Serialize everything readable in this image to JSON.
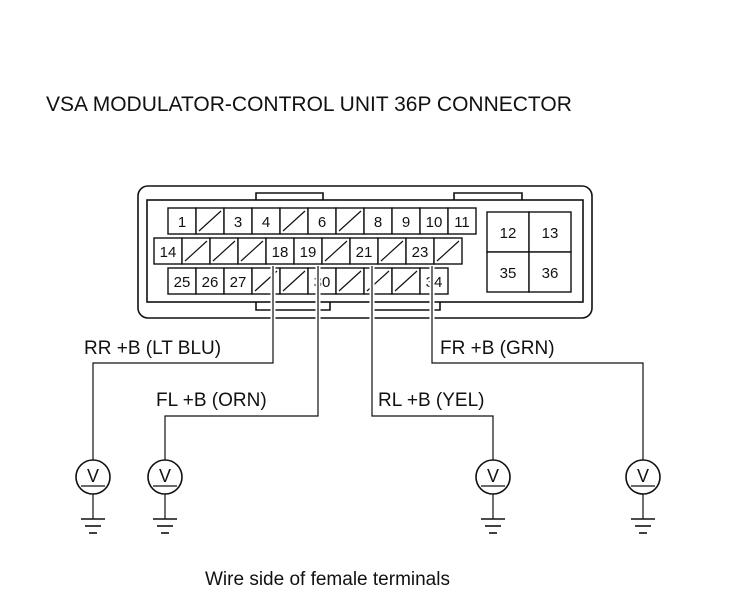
{
  "title": "VSA MODULATOR-CONTROL UNIT 36P CONNECTOR",
  "caption": "Wire side of female terminals",
  "terminals": {
    "row1": [
      "1",
      "",
      "3",
      "4",
      "",
      "6",
      "",
      "8",
      "9",
      "10",
      "11"
    ],
    "row2": [
      "14",
      "",
      "",
      "",
      "18",
      "19",
      "",
      "21",
      "",
      "23",
      ""
    ],
    "row3": [
      "25",
      "26",
      "27",
      "",
      "",
      "30",
      "",
      "",
      "",
      "34"
    ],
    "block": [
      "12",
      "13",
      "35",
      "36"
    ]
  },
  "wires": {
    "rr": "RR +B (LT BLU)",
    "fl": "FL +B (ORN)",
    "rl": "RL +B (YEL)",
    "fr": "FR +B (GRN)"
  },
  "meter_symbol": "V"
}
